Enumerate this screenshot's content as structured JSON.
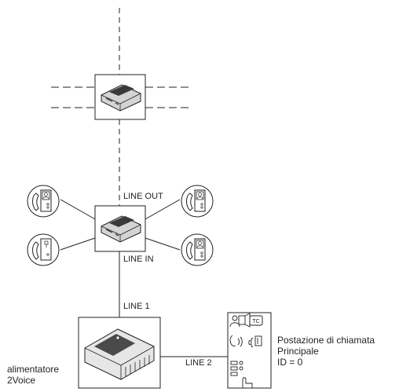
{
  "labels": {
    "line_out": "LINE OUT",
    "line_in": "LINE IN",
    "line_1": "LINE 1",
    "line_2": "LINE 2",
    "panel_badge": "TC"
  },
  "power_supply": {
    "line1": "alimentatore",
    "line2": "2Voice"
  },
  "call_station": {
    "line1": "Postazione di chiamata",
    "line2": "Principale",
    "line3": "ID = 0"
  }
}
